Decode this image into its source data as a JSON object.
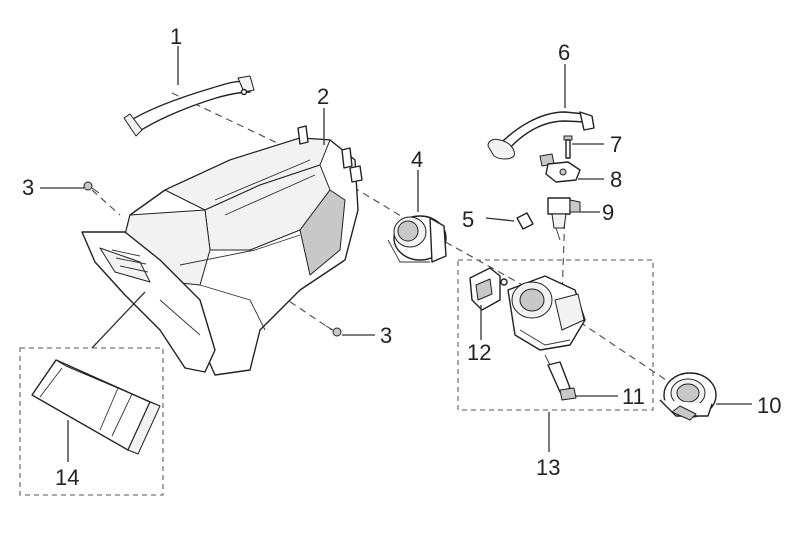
{
  "callouts": [
    {
      "id": "c1",
      "text": "1"
    },
    {
      "id": "c2",
      "text": "2"
    },
    {
      "id": "c3a",
      "text": "3"
    },
    {
      "id": "c3b",
      "text": "3"
    },
    {
      "id": "c4",
      "text": "4"
    },
    {
      "id": "c5",
      "text": "5"
    },
    {
      "id": "c6",
      "text": "6"
    },
    {
      "id": "c7",
      "text": "7"
    },
    {
      "id": "c8",
      "text": "8"
    },
    {
      "id": "c9",
      "text": "9"
    },
    {
      "id": "c10",
      "text": "10"
    },
    {
      "id": "c11",
      "text": "11"
    },
    {
      "id": "c12",
      "text": "12"
    },
    {
      "id": "c13",
      "text": "13"
    },
    {
      "id": "c14",
      "text": "14"
    }
  ]
}
